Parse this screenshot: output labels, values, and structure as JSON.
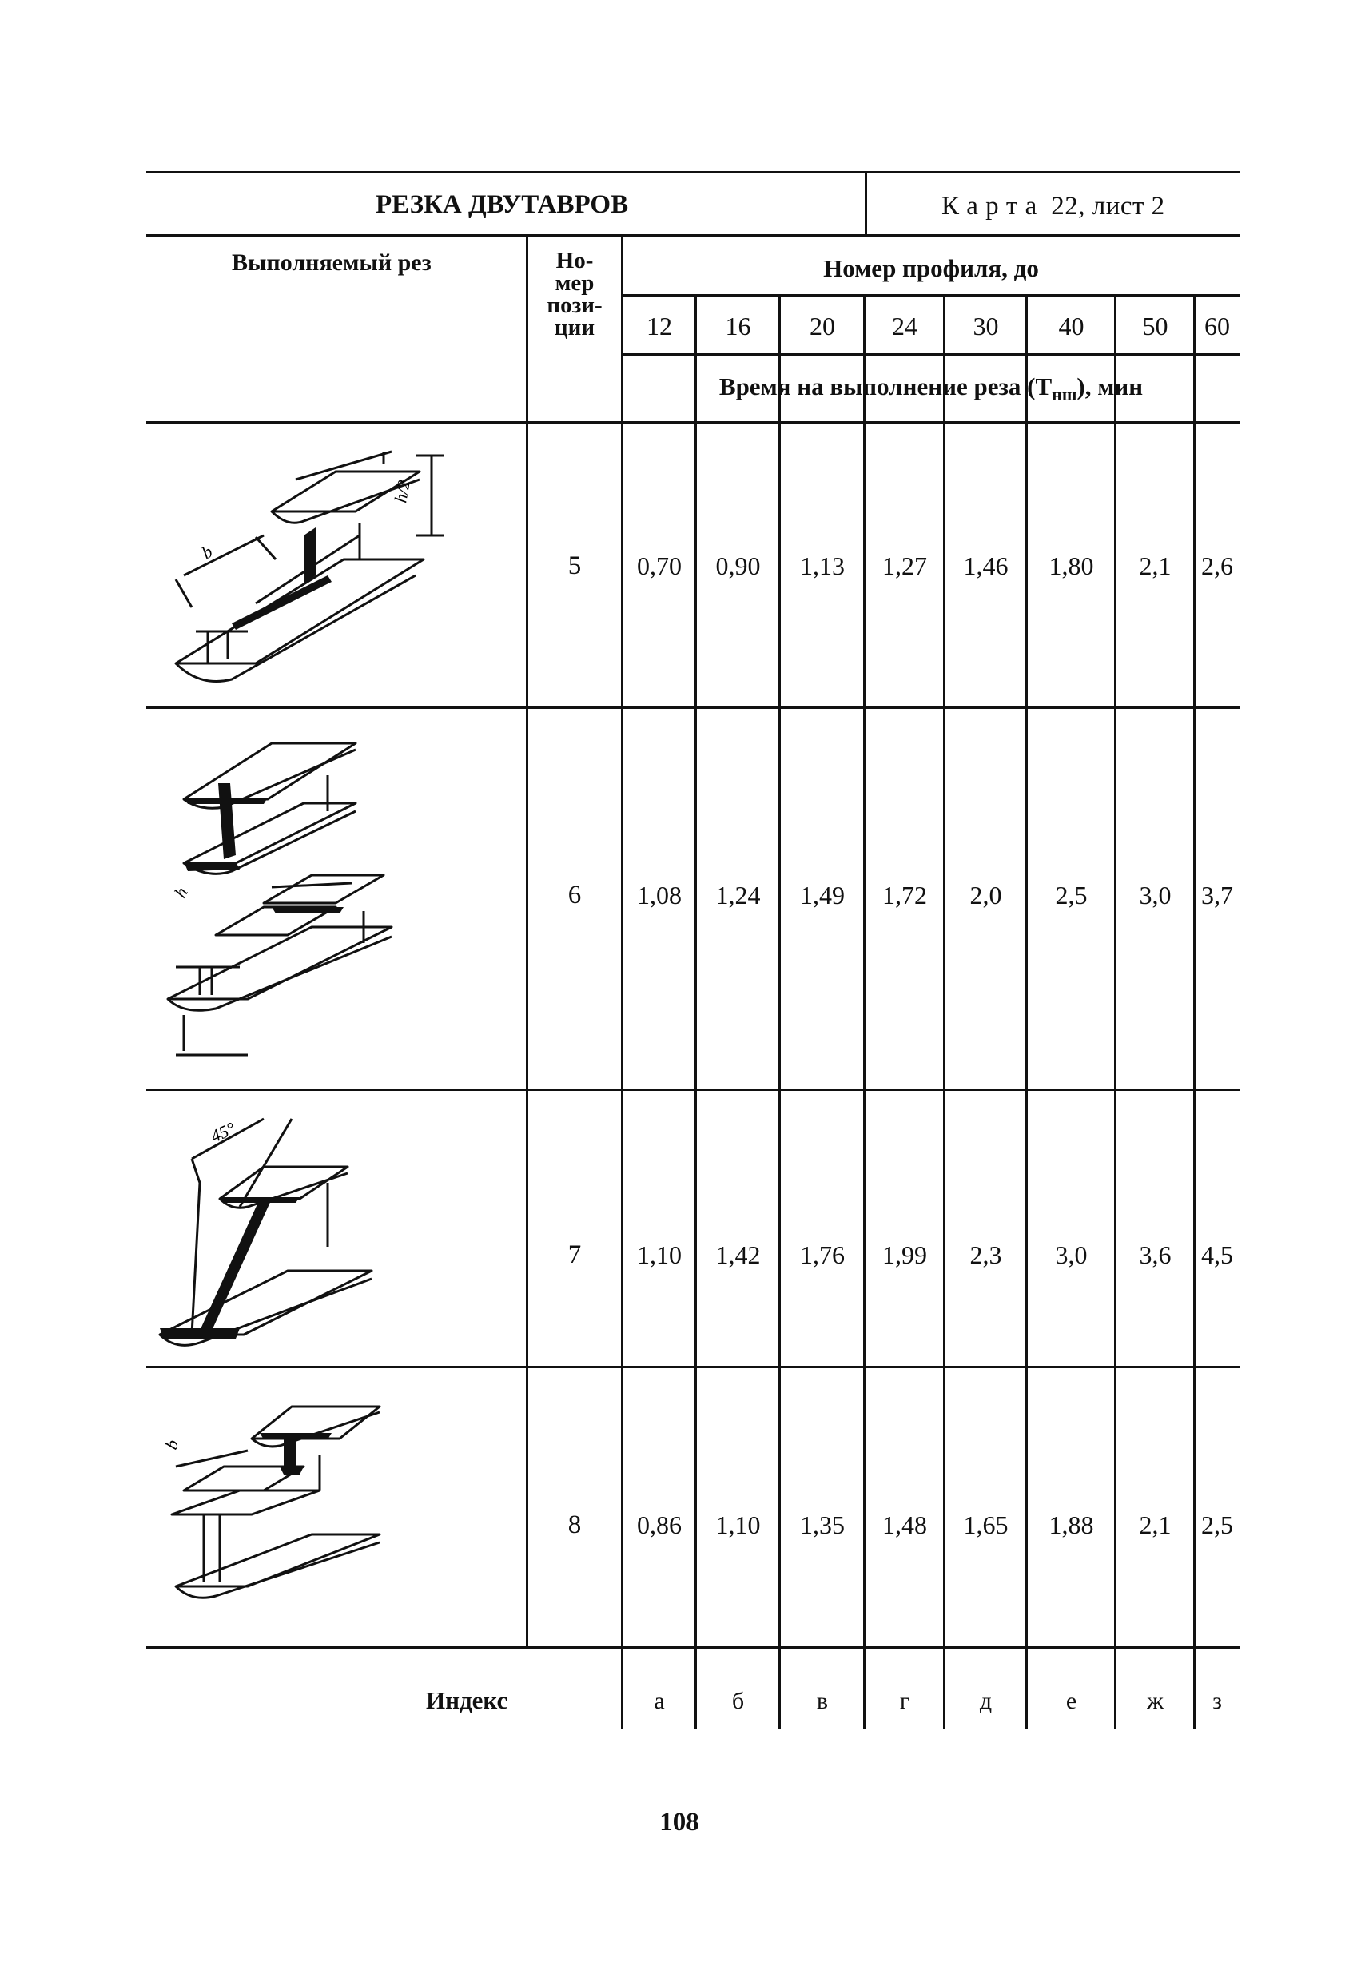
{
  "header": {
    "title": "РЕЗКА ДВУТАВРОВ",
    "card": "К а р т а  22, лист 2"
  },
  "columns": {
    "cut": "Выполняемый рез",
    "position": [
      "Но-",
      "мер",
      "пози-",
      "ции"
    ],
    "profile_header": "Номер профиля, до",
    "profiles": [
      "12",
      "16",
      "20",
      "24",
      "30",
      "40",
      "50",
      "60"
    ],
    "time_header_pre": "Время на выполнение реза (Т",
    "time_header_sub": "нш",
    "time_header_post": "), мин"
  },
  "rows": [
    {
      "position": "5",
      "values": [
        "0,70",
        "0,90",
        "1,13",
        "1,27",
        "1,46",
        "1,80",
        "2,1",
        "2,6"
      ],
      "labels": [
        "b",
        "h/2"
      ]
    },
    {
      "position": "6",
      "values": [
        "1,08",
        "1,24",
        "1,49",
        "1,72",
        "2,0",
        "2,5",
        "3,0",
        "3,7"
      ],
      "labels": [
        "h"
      ]
    },
    {
      "position": "7",
      "values": [
        "1,10",
        "1,42",
        "1,76",
        "1,99",
        "2,3",
        "3,0",
        "3,6",
        "4,5"
      ],
      "labels": [
        "45°"
      ]
    },
    {
      "position": "8",
      "values": [
        "0,86",
        "1,10",
        "1,35",
        "1,48",
        "1,65",
        "1,88",
        "2,1",
        "2,5"
      ],
      "labels": [
        "b"
      ]
    }
  ],
  "index": {
    "label": "Индекс",
    "values": [
      "а",
      "б",
      "в",
      "г",
      "д",
      "е",
      "ж",
      "з"
    ]
  },
  "page_number": "108"
}
